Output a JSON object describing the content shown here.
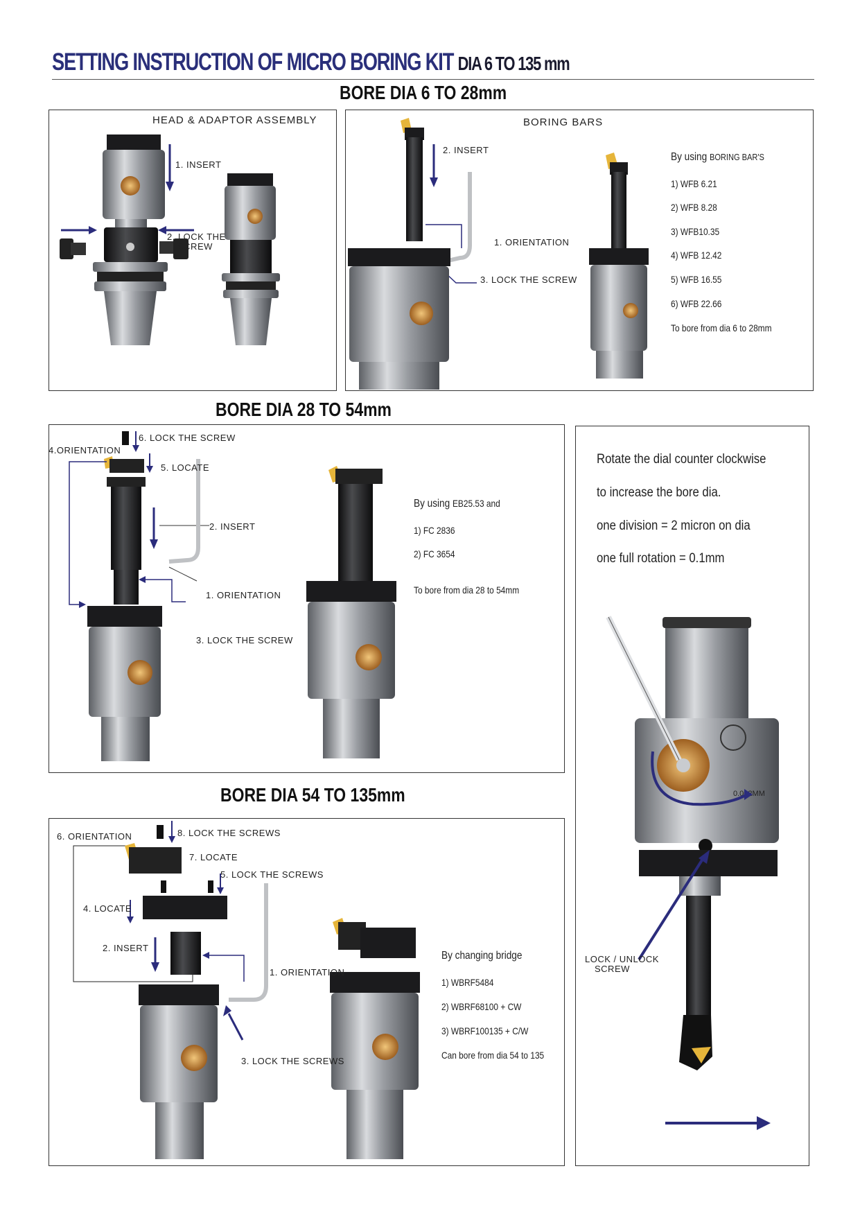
{
  "header": {
    "title_main": "SETTING INSTRUCTION OF MICRO BORING KIT",
    "title_sub": "DIA 6 TO 135 mm"
  },
  "section1": {
    "title": "BORE DIA 6 TO 28mm",
    "head_adaptor": {
      "heading": "HEAD & ADAPTOR ASSEMBLY",
      "step_insert": "1. INSERT",
      "step_lock_line1": "2. LOCK THE",
      "step_lock_line2": "SCREW"
    },
    "boring_bars": {
      "heading": "BORING BARS",
      "step_insert": "2. INSERT",
      "step_orientation": "1. ORIENTATION",
      "step_lock": "3. LOCK THE SCREW",
      "using_prefix": "By using",
      "using_item": "BORING BAR'S",
      "items": [
        "1) WFB 6.21",
        "2) WFB 8.28",
        "3) WFB10.35",
        "4) WFB 12.42",
        "5) WFB 16.55",
        "6) WFB 22.66"
      ],
      "range_note": "To bore from dia 6 to 28mm"
    }
  },
  "section2": {
    "title": "BORE DIA 28 TO 54mm",
    "steps": {
      "lock": "6. LOCK THE SCREW",
      "orientation4": "4.ORIENTATION",
      "locate": "5. LOCATE",
      "insert": "2. INSERT",
      "orientation1": "1. ORIENTATION",
      "lock3": "3. LOCK THE SCREW"
    },
    "using_prefix": "By using",
    "using_item": "EB25.53 and",
    "items": [
      "1) FC 2836",
      "2) FC 3654"
    ],
    "range_note": "To bore from dia 28 to 54mm"
  },
  "section3": {
    "title": "BORE DIA 54 TO 135mm",
    "steps": {
      "orientation6": "6. ORIENTATION",
      "lock8": "8. LOCK THE SCREWS",
      "locate7": "7. LOCATE",
      "lock5": "5. LOCK THE SCREWS",
      "locate4": "4. LOCATE",
      "insert2": "2. INSERT",
      "orientation1": "1. ORIENTATION",
      "lock3": "3. LOCK THE SCREWS"
    },
    "heading": "By changing bridge",
    "items": [
      "1) WBRF5484",
      "2) WBRF68100 + CW",
      "3) WBRF100135 + C/W"
    ],
    "range_note": "Can bore from dia 54 to 135"
  },
  "dial_panel": {
    "line1": "Rotate the dial counter clockwise",
    "line2": "to increase the bore dia.",
    "line3": "one division = 2 micron on dia",
    "line4": "one full rotation = 0.1mm",
    "lock_label_line1": "LOCK / UNLOCK",
    "lock_label_line2": "SCREW",
    "dial_marking": "0.002MM"
  },
  "colors": {
    "title": "#2a2f7a",
    "arrow": "#2b2c7c",
    "steel": "#8a8d93",
    "dark": "#1b1b1d",
    "brass": "#c98a3a"
  }
}
